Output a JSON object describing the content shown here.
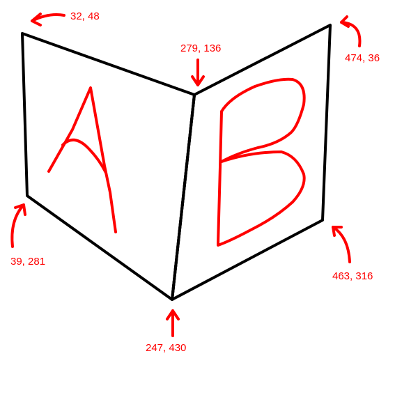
{
  "colors": {
    "background": "#ffffff",
    "outline": "#000000",
    "annotation": "#ff0000"
  },
  "panels": [
    {
      "letter": "A"
    },
    {
      "letter": "B"
    }
  ],
  "corner_labels": {
    "top_left": "32, 48",
    "top_center": "279, 136",
    "top_right": "474, 36",
    "bottom_left": "39, 281",
    "bottom_right": "463, 316",
    "bottom_center": "247, 430"
  }
}
